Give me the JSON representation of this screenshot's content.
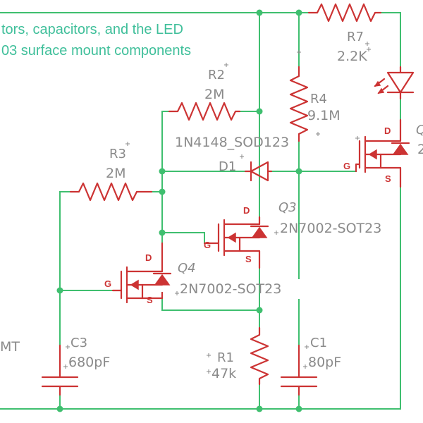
{
  "note": {
    "line1": "tors, capacitors, and the LED",
    "line2": "03 surface mount components"
  },
  "components": {
    "r1": {
      "ref": "R1",
      "value": "47k"
    },
    "r2": {
      "ref": "R2",
      "value": "2M"
    },
    "r3": {
      "ref": "R3",
      "value": "2M"
    },
    "r4": {
      "ref": "R4",
      "value": "9.1M"
    },
    "r7": {
      "ref": "R7",
      "value": "2.2K"
    },
    "c1": {
      "ref": "C1",
      "value": "80pF"
    },
    "c3": {
      "ref": "C3",
      "value": "680pF"
    },
    "d1": {
      "ref": "D1",
      "value": "1N4148_SOD123"
    },
    "q3": {
      "ref": "Q3",
      "value": "2N7002-SOT23"
    },
    "q4": {
      "ref": "Q4",
      "value": "2N7002-SOT23"
    },
    "q_right": {
      "ref": "Q",
      "value": "2"
    },
    "partial_left": "MT"
  },
  "pins": {
    "drain": "D",
    "gate": "G",
    "source": "S"
  }
}
